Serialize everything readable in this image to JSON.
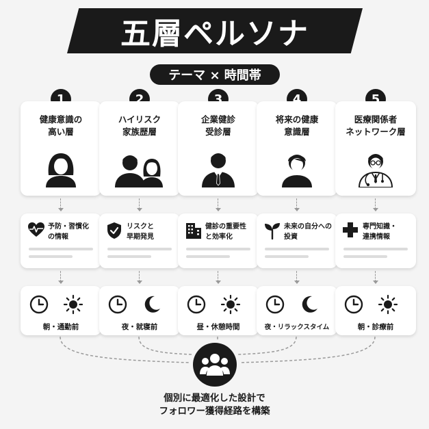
{
  "title": "五層ペルソナ",
  "subtitle": "テーマ × 時間帯",
  "columns": [
    {
      "number": "1",
      "persona_line1": "健康意識の",
      "persona_line2": "高い層",
      "persona_icon": "woman-icon",
      "theme_icon": "heart-pulse-icon",
      "theme_line1": "予防・習慣化",
      "theme_line2": "の情報",
      "time_icons": [
        "clock-icon",
        "sun-icon"
      ],
      "time_label": "朝・通勤前"
    },
    {
      "number": "2",
      "persona_line1": "ハイリスク",
      "persona_line2": "家族歴層",
      "persona_icon": "family-icon",
      "theme_icon": "shield-check-icon",
      "theme_line1": "リスクと",
      "theme_line2": "早期発見",
      "time_icons": [
        "clock-icon",
        "moon-icon"
      ],
      "time_label": "夜・就寝前"
    },
    {
      "number": "3",
      "persona_line1": "企業健診",
      "persona_line2": "受診層",
      "persona_icon": "businessman-icon",
      "theme_icon": "building-icon",
      "theme_line1": "健診の重要性",
      "theme_line2": "と効率化",
      "time_icons": [
        "clock-icon",
        "sun-icon"
      ],
      "time_label": "昼・休憩時間"
    },
    {
      "number": "4",
      "persona_line1": "将来の健康",
      "persona_line2": "意識層",
      "persona_icon": "young-man-icon",
      "theme_icon": "sprout-icon",
      "theme_line1": "未来の自分への",
      "theme_line2": "投資",
      "time_icons": [
        "clock-icon",
        "moon-icon"
      ],
      "time_label": "夜・リラックスタイム"
    },
    {
      "number": "5",
      "persona_line1": "医療関係者",
      "persona_line2": "ネットワーク層",
      "persona_icon": "doctor-icon",
      "theme_icon": "medical-cross-icon",
      "theme_line1": "専門知識・",
      "theme_line2": "連携情報",
      "time_icons": [
        "clock-icon",
        "sun-icon"
      ],
      "time_label": "朝・診療前"
    }
  ],
  "hub_icon": "group-icon",
  "footer_line1": "個別に最適化した設計で",
  "footer_line2": "フォロワー獲得経路を構築"
}
